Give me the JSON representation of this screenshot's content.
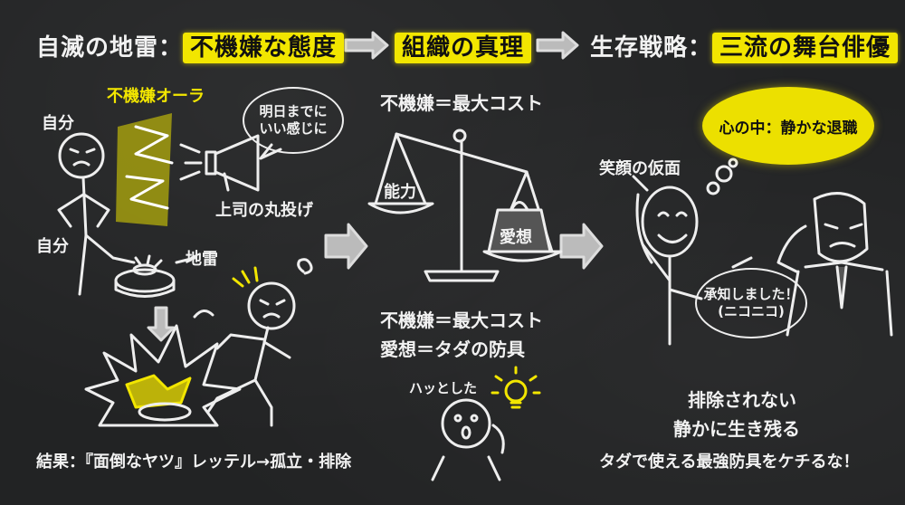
{
  "header": {
    "part1_label": "自滅の地雷：",
    "part1_highlight": "不機嫌な態度",
    "part2_highlight": "組織の真理",
    "part3_label": "生存戦略：",
    "part3_highlight": "三流の舞台俳優"
  },
  "left_panel": {
    "aura_label": "不機嫌オーラ",
    "self_label_top": "自分",
    "self_label_bottom": "自分",
    "speech_bubble": "明日までに\nいい感じに",
    "boss_label": "上司の丸投げ",
    "landmine_label": "地雷",
    "result_text": "結果：『面倒なヤツ』レッテル→孤立・排除"
  },
  "middle_panel": {
    "top_text": "不機嫌＝最大コスト",
    "left_pan_label": "能力",
    "weight_label": "愛想",
    "bottom_line1": "不機嫌＝最大コスト",
    "bottom_line2": "愛想＝タダの防具",
    "realize_label": "ハッとした"
  },
  "right_panel": {
    "mask_label": "笑顔の仮面",
    "thought_cloud": "心の中：静かな退職",
    "reply_bubble": "承知しました！\n(ニコニコ)",
    "line1": "排除されない",
    "line2": "静かに生き残る",
    "line3": "タダで使える最強防具をケチるな！"
  },
  "colors": {
    "background": "#222324",
    "highlight": "#f2e600",
    "chalk": "#f2f2f2"
  }
}
